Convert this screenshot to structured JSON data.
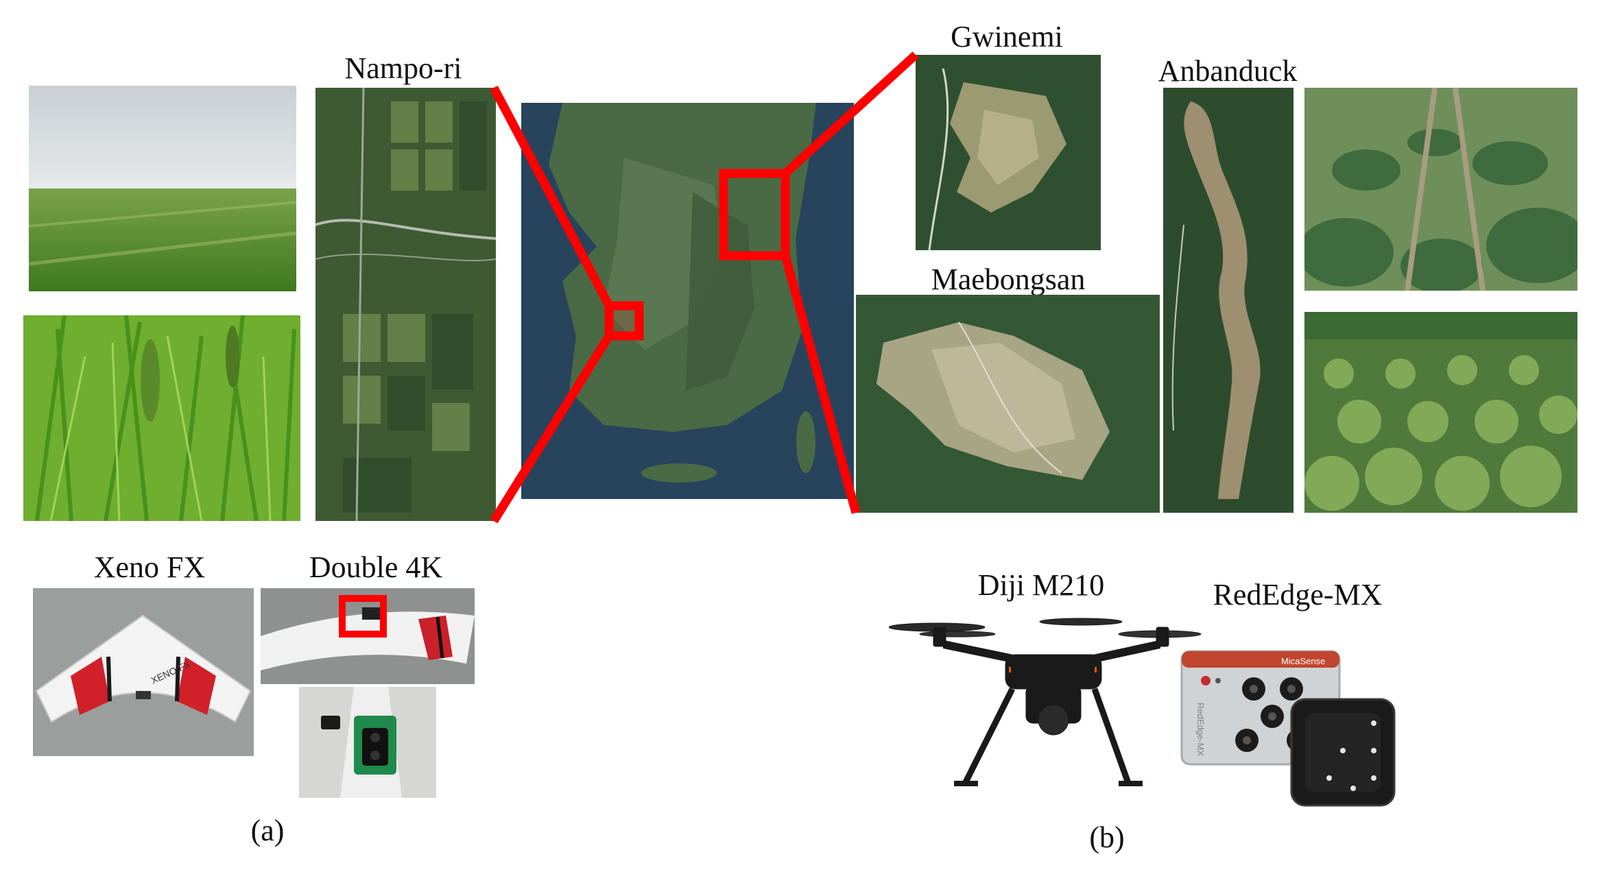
{
  "labels": {
    "nampo": "Nampo-ri",
    "gwinemi": "Gwinemi",
    "anbanduck": "Anbanduck",
    "maebongsan": "Maebongsan",
    "xeno": "Xeno FX",
    "double4k": "Double 4K",
    "diji": "Diji M210",
    "rededge": "RedEdge-MX",
    "caption_a": "(a)",
    "caption_b": "(b)"
  },
  "colors": {
    "highlight_red": "#ff0000",
    "wheat_green": "#5f9a2a",
    "satellite_green": "#3f5a3a",
    "sea_blue": "#284a63",
    "cabbage_green": "#5e8f4a"
  },
  "product_text": {
    "xeno_wing_text": "XENO FX",
    "camera_brand": "MicaSense",
    "camera_model": "RedEdge-MX"
  }
}
